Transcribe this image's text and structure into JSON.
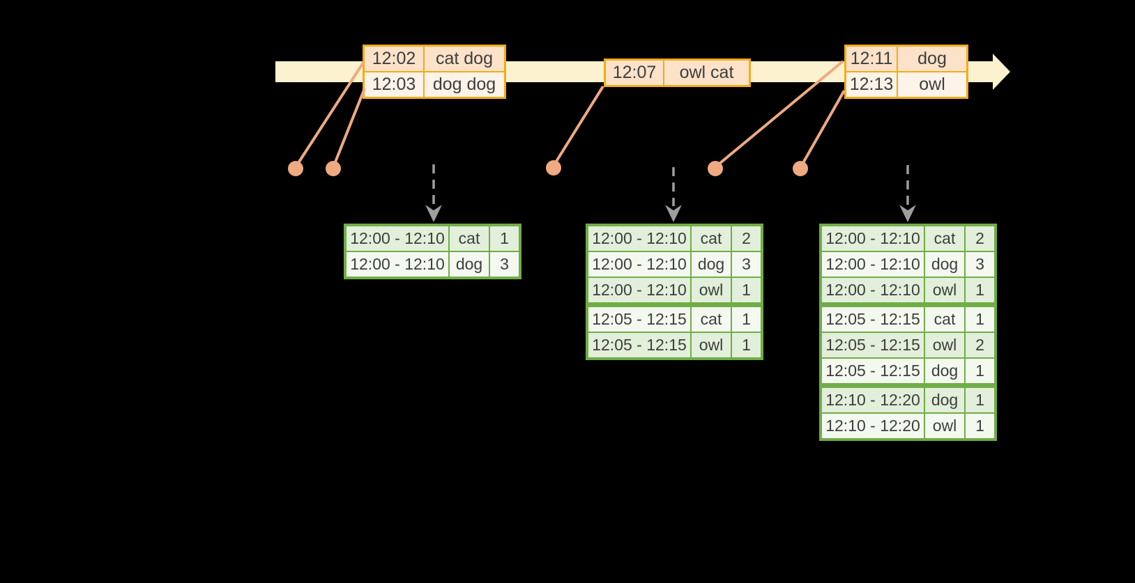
{
  "colors": {
    "background": "#000000",
    "cream": "#fdf2cf",
    "gold": "#f2ac18",
    "peach": "#fbe2c8",
    "peachLight": "#fdf3e8",
    "salmon": "#efaa80",
    "green": "#70ad47",
    "greenFill": "#e2efda",
    "greenFillLight": "#f4f9f0",
    "gray": "#9e9e9e",
    "text": "#3e3e3e"
  },
  "icons": {
    "timeline_arrow": "right-arrowhead",
    "trigger_arrow": "dashed-down-arrow",
    "event_dot": "circle-marker"
  },
  "event_tables": [
    {
      "rows": [
        {
          "time": "12:02",
          "words": "cat dog"
        },
        {
          "time": "12:03",
          "words": "dog dog"
        }
      ]
    },
    {
      "rows": [
        {
          "time": "12:07",
          "words": "owl cat"
        }
      ]
    },
    {
      "rows": [
        {
          "time": "12:11",
          "words": "dog"
        },
        {
          "time": "12:13",
          "words": "owl"
        }
      ]
    }
  ],
  "result_tables": [
    {
      "rows": [
        {
          "window": "12:00 - 12:10",
          "word": "cat",
          "count": "1"
        },
        {
          "window": "12:00 - 12:10",
          "word": "dog",
          "count": "3"
        }
      ]
    },
    {
      "rows": [
        {
          "window": "12:00 - 12:10",
          "word": "cat",
          "count": "2"
        },
        {
          "window": "12:00 - 12:10",
          "word": "dog",
          "count": "3"
        },
        {
          "window": "12:00 - 12:10",
          "word": "owl",
          "count": "1"
        },
        {
          "window": "12:05 - 12:15",
          "word": "cat",
          "count": "1"
        },
        {
          "window": "12:05 - 12:15",
          "word": "owl",
          "count": "1"
        }
      ]
    },
    {
      "rows": [
        {
          "window": "12:00 - 12:10",
          "word": "cat",
          "count": "2"
        },
        {
          "window": "12:00 - 12:10",
          "word": "dog",
          "count": "3"
        },
        {
          "window": "12:00 - 12:10",
          "word": "owl",
          "count": "1"
        },
        {
          "window": "12:05 - 12:15",
          "word": "cat",
          "count": "1"
        },
        {
          "window": "12:05 - 12:15",
          "word": "owl",
          "count": "2"
        },
        {
          "window": "12:05 - 12:15",
          "word": "dog",
          "count": "1"
        },
        {
          "window": "12:10 - 12:20",
          "word": "dog",
          "count": "1"
        },
        {
          "window": "12:10 - 12:20",
          "word": "owl",
          "count": "1"
        }
      ]
    }
  ]
}
